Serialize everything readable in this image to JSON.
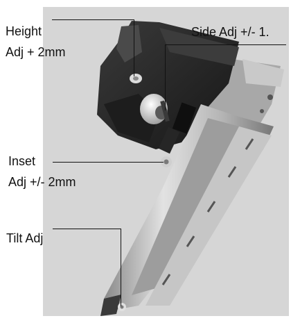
{
  "labels": {
    "height_line1": "Height",
    "height_line2": "Adj + 2mm",
    "side": "Side Adj +/- 1.",
    "inset_line1": "Inset",
    "inset_line2": "Adj +/- 2mm",
    "tilt": "Tilt Adj"
  },
  "colors": {
    "photo_background": "#d6d6d6",
    "body_dark": "#2b2b2b",
    "rail_metal": "#b9b9b9",
    "rail_dark": "#7d7d7d"
  }
}
